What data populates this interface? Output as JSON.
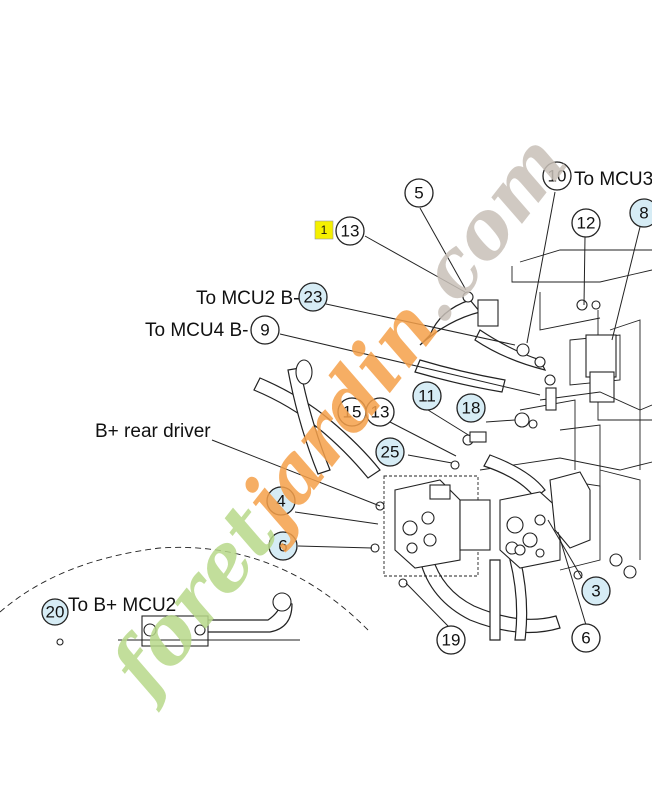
{
  "labels": {
    "to_mcu3": "To MCU3",
    "to_mcu2_bminus": "To MCU2 B-",
    "to_mcu4_bminus": "To MCU4 B-",
    "b_plus_rear_driver": "B+ rear driver",
    "to_b_plus_mcu2": "To B+ MCU2"
  },
  "callouts": {
    "c1": "1",
    "c3": "3",
    "c4": "4",
    "c5": "5",
    "c6a": "6",
    "c6b": "6",
    "c8": "8",
    "c9": "9",
    "c10": "10",
    "c11": "11",
    "c12": "12",
    "c13a": "13",
    "c13b": "13",
    "c15": "15",
    "c18": "18",
    "c19": "19",
    "c20": "20",
    "c23": "23",
    "c25": "25"
  },
  "watermark": {
    "text_part1": "foret",
    "text_part2": "jardin",
    "text_part3": ".com",
    "green": "#b8d98a",
    "orange": "#f5a04a",
    "grey": "#c8c0b8"
  },
  "colors": {
    "highlight_bubble": "#d6ecf5",
    "highlight_square": "#f5f000",
    "line": "#222222"
  }
}
